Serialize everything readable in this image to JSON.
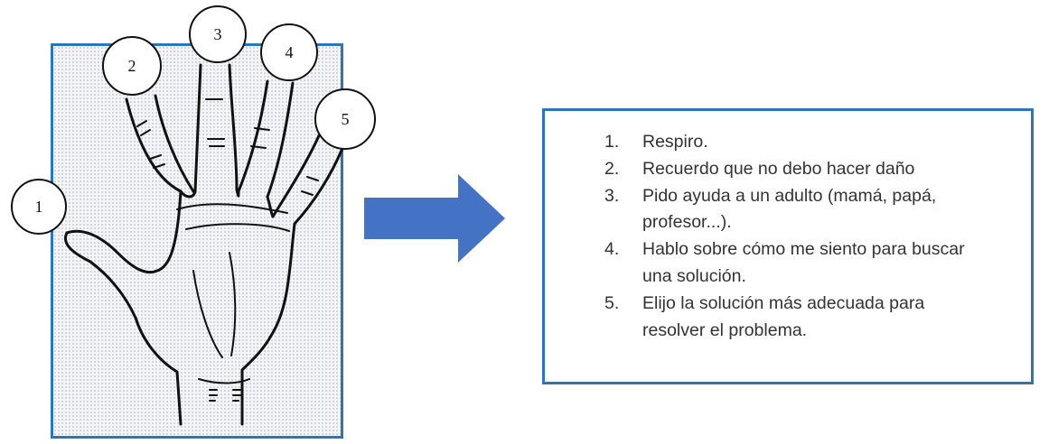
{
  "colors": {
    "accent": "#2f74b5",
    "arrow": "#4472c4",
    "text": "#333333"
  },
  "hand": {
    "icon": "hand-icon",
    "fingers": [
      {
        "number": "1"
      },
      {
        "number": "2"
      },
      {
        "number": "3"
      },
      {
        "number": "4"
      },
      {
        "number": "5"
      }
    ]
  },
  "arrow": {
    "icon": "arrow-right-icon"
  },
  "steps": [
    {
      "number": "1.",
      "text": "Respiro."
    },
    {
      "number": "2.",
      "text": "Recuerdo que no debo hacer daño"
    },
    {
      "number": "3.",
      "text": "Pido ayuda a un adulto (mamá, papá, profesor...)."
    },
    {
      "number": "4.",
      "text": "Hablo sobre cómo me siento para buscar una solución."
    },
    {
      "number": "5.",
      "text": "Elijo la solución más adecuada para resolver el problema."
    }
  ]
}
